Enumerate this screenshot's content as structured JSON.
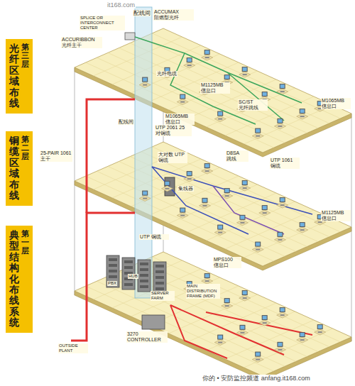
{
  "diagram": {
    "nodes": [
      {
        "text": [
          "第三层",
          "光纤区域布线"
        ]
      },
      {
        "text": [
          "第二层",
          "铜缆区域布线"
        ]
      },
      {
        "text": [
          "第一层",
          "典型结构化布线系统"
        ]
      }
    ],
    "labels": [
      "it168.com",
      "SPLICE OR INTERCONNECT CENTER",
      "配线间",
      "ACCUMAX 阻燃型光纤",
      "ACCURIBBON 光纤主干",
      "光纤电缆",
      "M1125MB 信息口",
      "SC/ST 光纤跳线",
      "M1065MB 信息口",
      "M1065MB 信息口",
      "配线间",
      "UTP 2061 25 对铜缆",
      "25-PAIR 1061 主干",
      "大对数 UTP 铜缆",
      "D8SA 跳线",
      "UTP 1061 铜缆",
      "集线器",
      "M1125MB 信息口",
      "UTP 铜缆",
      "PBX",
      "HUB",
      "SERVER FARM",
      "MPS100 信息口",
      "MAIN DISTRIBUTION FRAME (MDF)",
      "OUTSIDE PLANT",
      "3270 CONTROLLER",
      "你的 • 安防监控频道 anfang.it168.com"
    ]
  }
}
